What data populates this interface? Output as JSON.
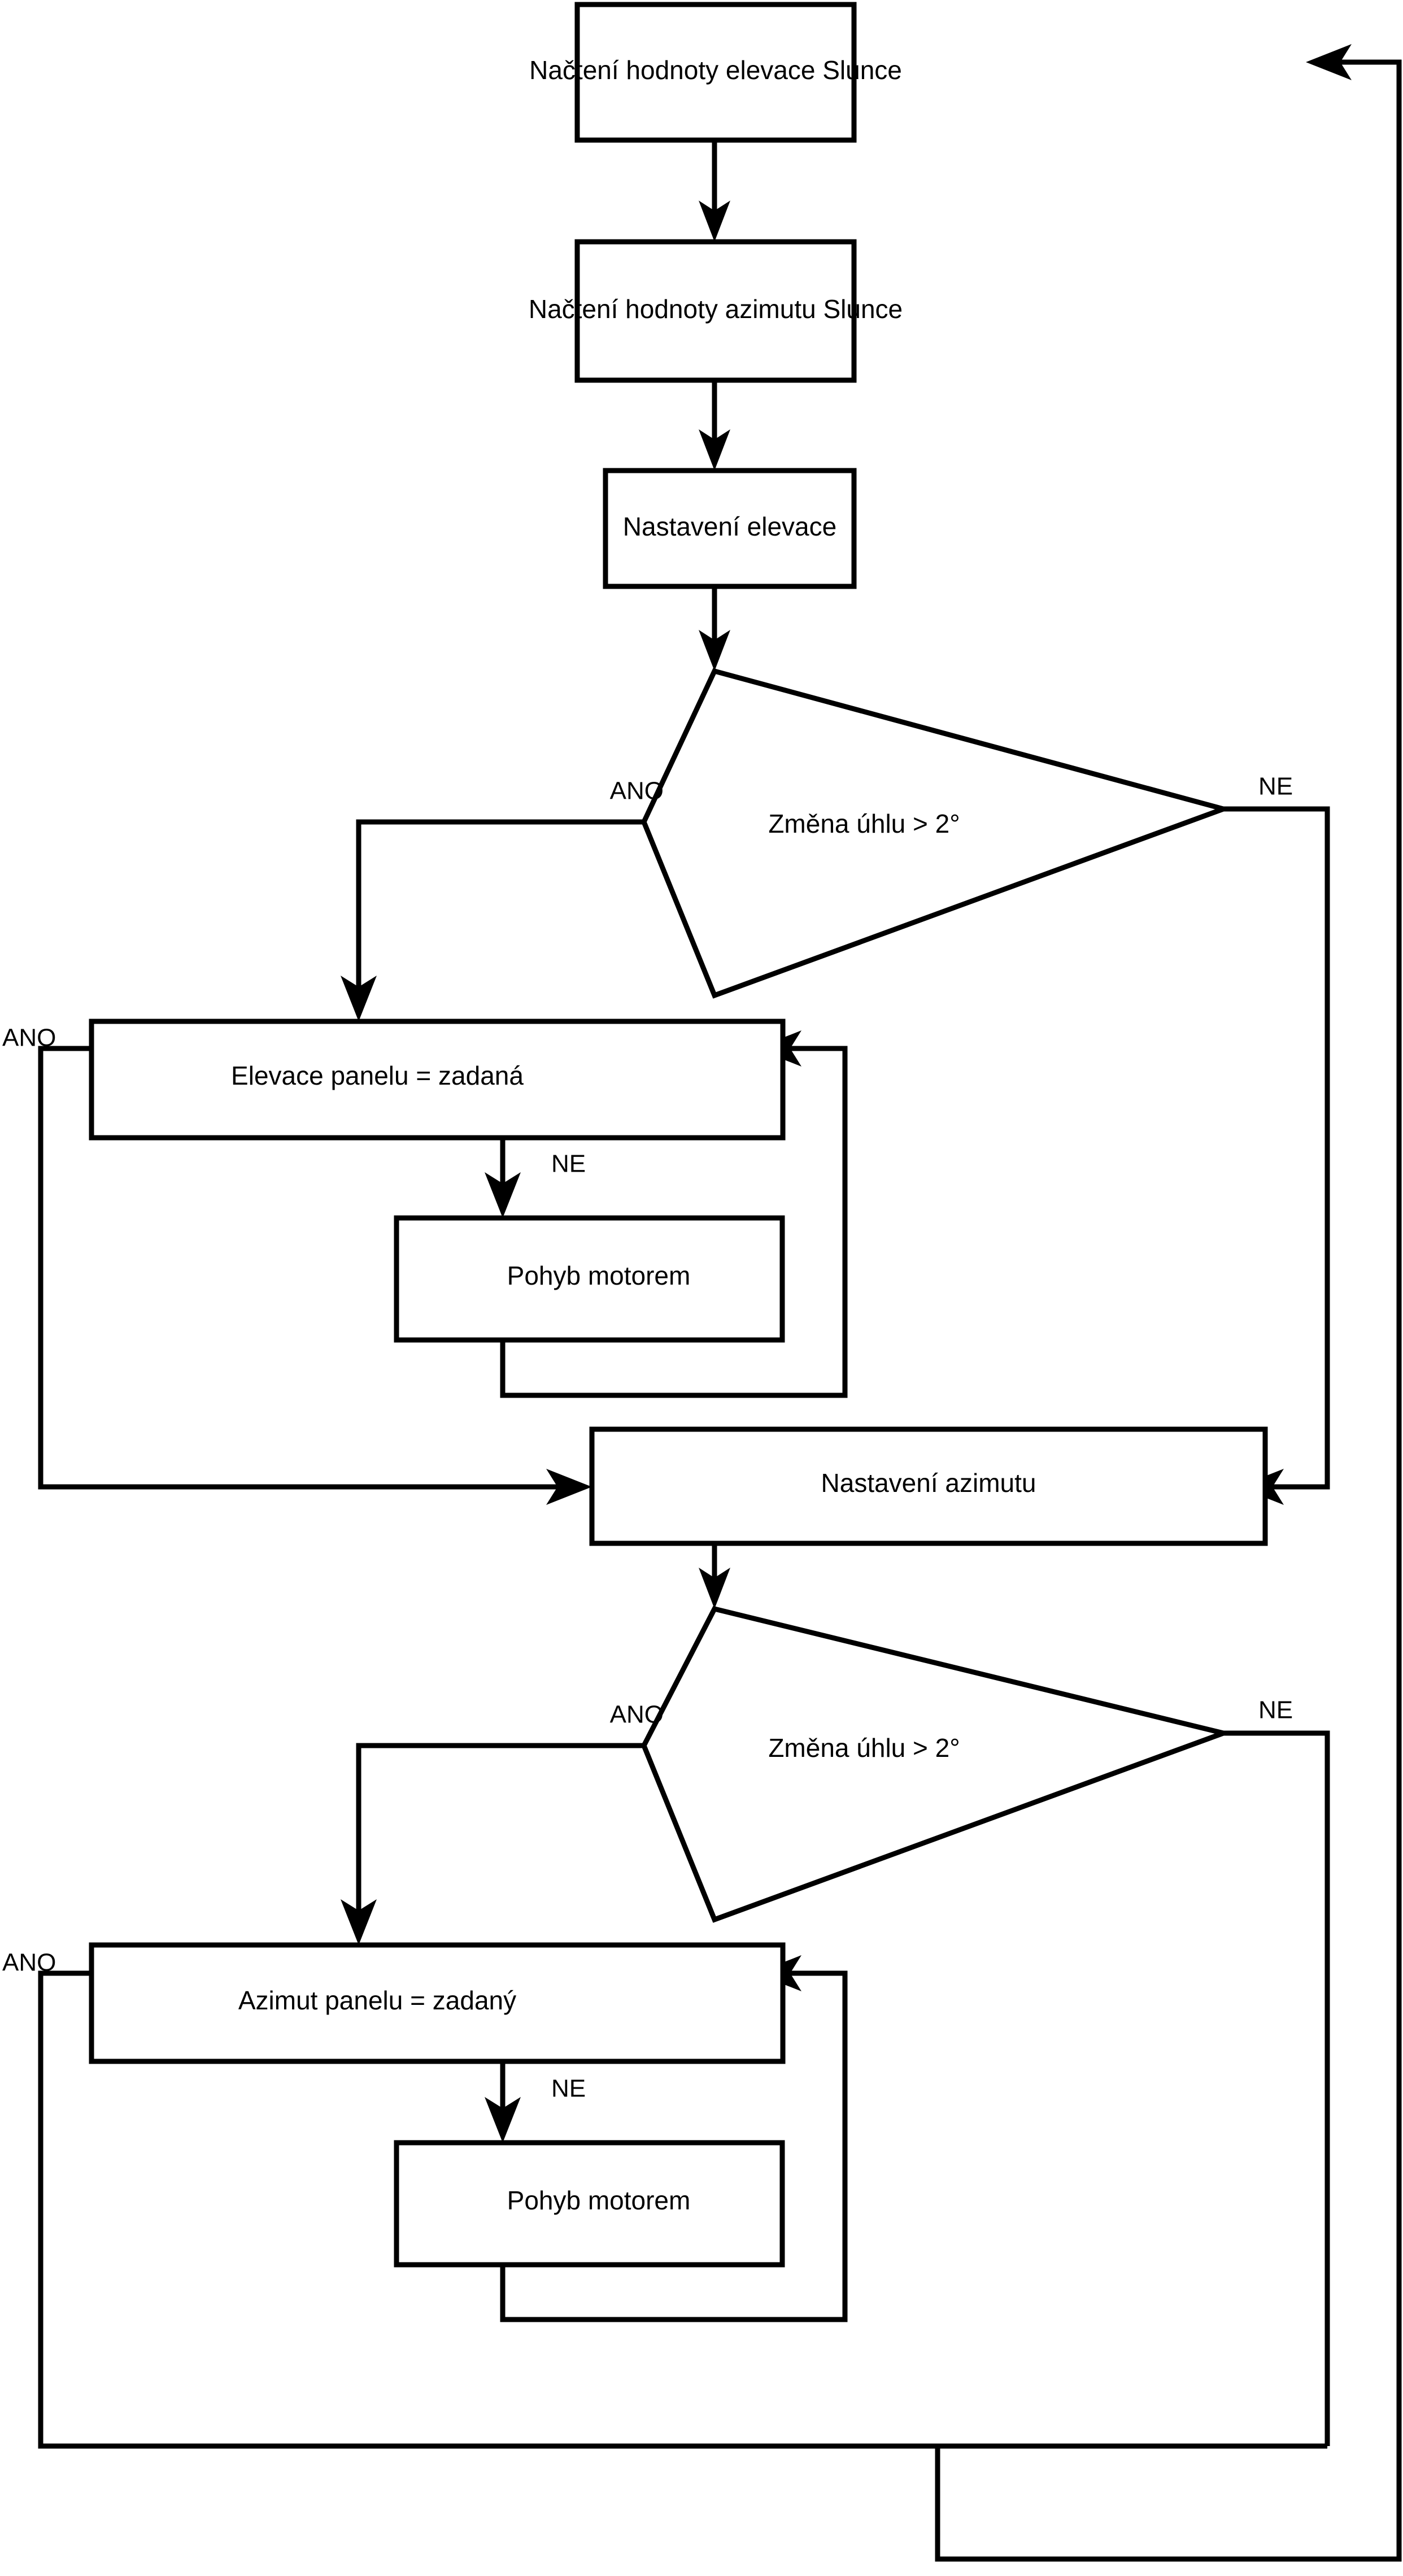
{
  "diagram": {
    "type": "flowchart",
    "language": "cs",
    "background_color": "#ffffff",
    "line_color": "#000000",
    "fill_color": "#ffffff"
  },
  "nodes": {
    "read_elevation": {
      "label": "Načtení hodnoty elevace Slunce",
      "shape": "process"
    },
    "read_azimuth": {
      "label": "Načtení hodnoty azimutu Slunce",
      "shape": "process"
    },
    "set_elevation": {
      "label": "Nastavení elevace",
      "shape": "process"
    },
    "decision_elev": {
      "label": "Změna úhlu > 2°",
      "shape": "decision"
    },
    "panel_elev_eq": {
      "label": "Elevace panelu = zadaná",
      "shape": "process"
    },
    "motor_move_elev": {
      "label": "Pohyb motorem",
      "shape": "process"
    },
    "set_azimuth": {
      "label": "Nastavení azimutu",
      "shape": "process"
    },
    "decision_azim": {
      "label": "Změna úhlu > 2°",
      "shape": "decision"
    },
    "panel_azim_eq": {
      "label": "Azimut panelu = zadaný",
      "shape": "process"
    },
    "motor_move_azim": {
      "label": "Pohyb motorem",
      "shape": "process"
    }
  },
  "edge_labels": {
    "decision_elev_yes": "ANO",
    "decision_elev_no": "NE",
    "panel_elev_yes": "ANO",
    "panel_elev_no": "NE",
    "decision_azim_yes": "ANO",
    "decision_azim_no": "NE",
    "panel_azim_yes": "ANO",
    "panel_azim_no": "NE"
  }
}
